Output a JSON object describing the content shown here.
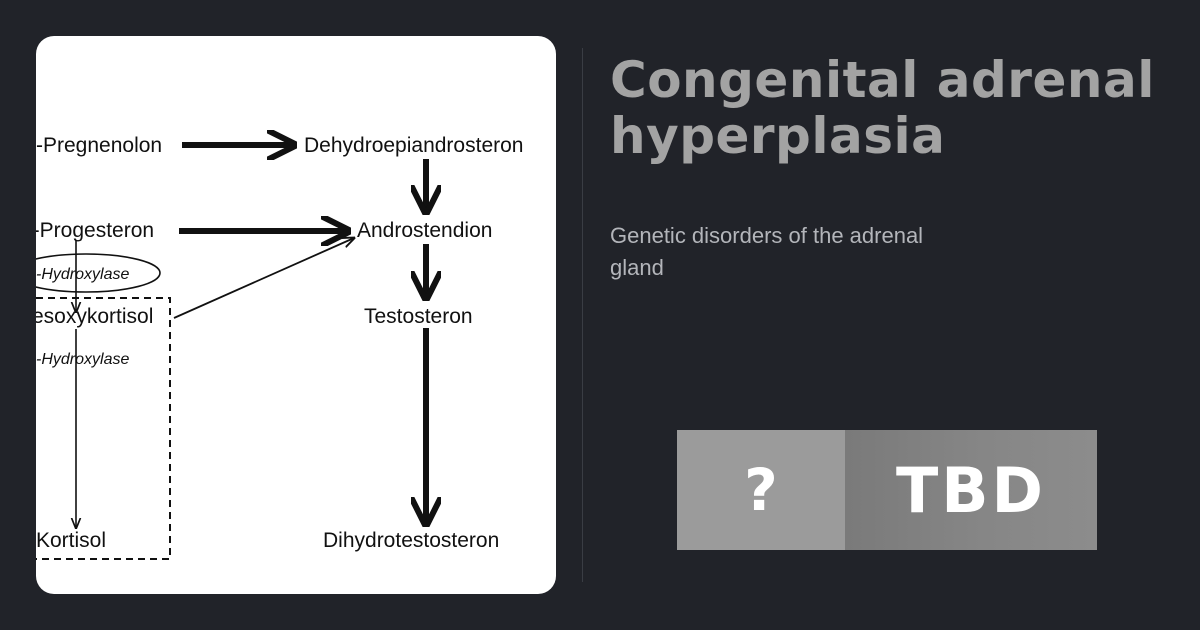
{
  "title": {
    "line1": "Congenital adrenal",
    "line2": "hyperplasia"
  },
  "subtitle": "Genetic disorders of the adrenal gland",
  "badge": {
    "symbol": "?",
    "text": "TBD"
  },
  "diagram": {
    "nodes": {
      "pregnenolon": "-Pregnenolon",
      "dehydroepiandrosteron": "Dehydroepiandrosteron",
      "progesteron": "l-Progesteron",
      "androstendion": "Androstendion",
      "hydroxylase_1": "-Hydroxylase",
      "desoxykortisol": "esoxykortisol",
      "testosteron": "Testosteron",
      "hydroxylase_2": "-Hydroxylase",
      "kortisol": "Kortisol",
      "dihydrotestosteron": "Dihydrotestosteron"
    }
  }
}
